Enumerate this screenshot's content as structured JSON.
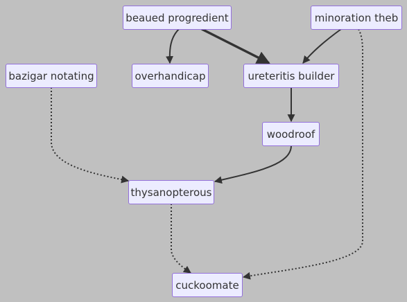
{
  "diagram": {
    "nodes": [
      {
        "id": "beaued",
        "label": "beaued progredient"
      },
      {
        "id": "minoration",
        "label": "minoration theb"
      },
      {
        "id": "bazigar",
        "label": "bazigar notating"
      },
      {
        "id": "overhandicap",
        "label": "overhandicap"
      },
      {
        "id": "ureteritis",
        "label": "ureteritis builder"
      },
      {
        "id": "woodroof",
        "label": "woodroof"
      },
      {
        "id": "thysanopterous",
        "label": "thysanopterous"
      },
      {
        "id": "cuckoomate",
        "label": "cuckoomate"
      }
    ],
    "edges": [
      {
        "from": "beaued",
        "to": "overhandicap",
        "style": "solid"
      },
      {
        "from": "beaued",
        "to": "ureteritis",
        "style": "thick"
      },
      {
        "from": "minoration",
        "to": "ureteritis",
        "style": "solid"
      },
      {
        "from": "ureteritis",
        "to": "woodroof",
        "style": "solid"
      },
      {
        "from": "woodroof",
        "to": "thysanopterous",
        "style": "solid"
      },
      {
        "from": "bazigar",
        "to": "thysanopterous",
        "style": "dotted"
      },
      {
        "from": "thysanopterous",
        "to": "cuckoomate",
        "style": "dotted"
      },
      {
        "from": "minoration",
        "to": "cuckoomate",
        "style": "dotted"
      }
    ]
  },
  "colors": {
    "background": "#c0c0c0",
    "node_fill": "#ececff",
    "node_border": "#9370db",
    "text": "#333333",
    "edge": "#333333"
  }
}
